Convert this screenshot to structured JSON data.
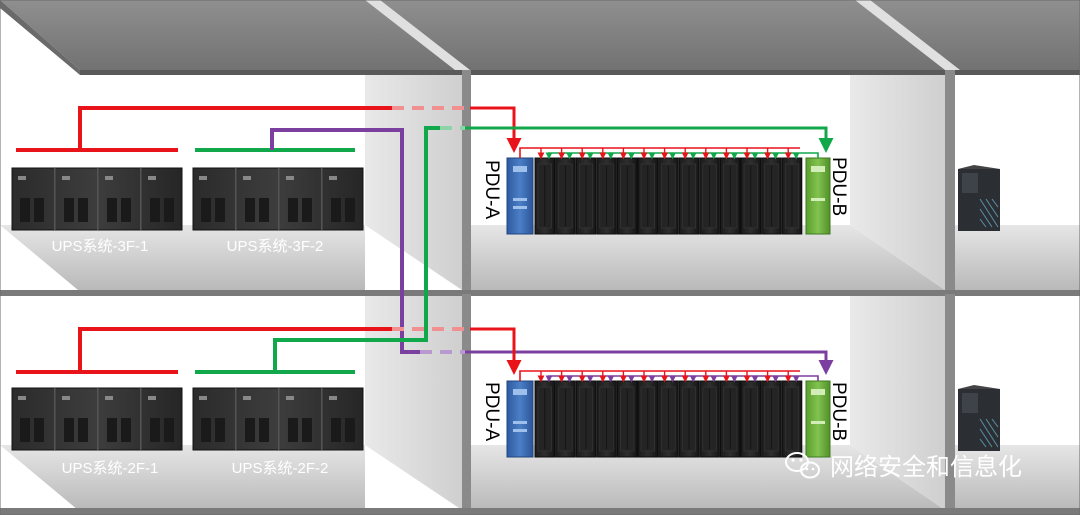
{
  "floors": {
    "upper": {
      "ups": [
        "UPS系统-3F-1",
        "UPS系统-3F-2"
      ],
      "pdu_a": "PDU-A",
      "pdu_b": "PDU-B",
      "feed_colors": [
        "#e8141a",
        "#10a84a"
      ]
    },
    "lower": {
      "ups": [
        "UPS系统-2F-1",
        "UPS系统-2F-2"
      ],
      "pdu_a": "PDU-A",
      "pdu_b": "PDU-B",
      "feed_colors": [
        "#e8141a",
        "#7b3fa0"
      ]
    }
  },
  "colors": {
    "red": "#e8141a",
    "green": "#10a84a",
    "purple": "#7b3fa0",
    "pdu_a": "#3e6fb6",
    "pdu_b": "#6bb13c",
    "slab": "#8a8a8a",
    "floor": "#c6c6c6",
    "wall": "#e3e3e3"
  },
  "watermark": "网络安全和信息化"
}
